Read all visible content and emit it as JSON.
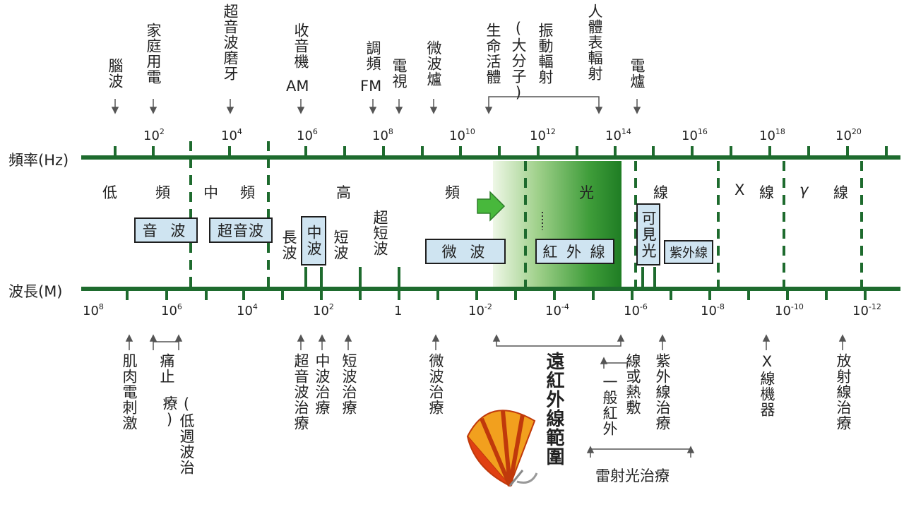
{
  "axis": {
    "freq_label": "頻率(Hz)",
    "wave_label": "波長(M)"
  },
  "freq_ticks": [
    {
      "base": "10",
      "exp": "2"
    },
    {
      "base": "10",
      "exp": "4"
    },
    {
      "base": "10",
      "exp": "6"
    },
    {
      "base": "10",
      "exp": "8"
    },
    {
      "base": "10",
      "exp": "10"
    },
    {
      "base": "10",
      "exp": "12"
    },
    {
      "base": "10",
      "exp": "14"
    },
    {
      "base": "10",
      "exp": "16"
    },
    {
      "base": "10",
      "exp": "18"
    },
    {
      "base": "10",
      "exp": "20"
    }
  ],
  "wave_ticks": [
    {
      "base": "10",
      "exp": "8"
    },
    {
      "base": "10",
      "exp": "6"
    },
    {
      "base": "10",
      "exp": "4"
    },
    {
      "base": "10",
      "exp": "2"
    },
    {
      "base": "1",
      "exp": ""
    },
    {
      "base": "10",
      "exp": "-2"
    },
    {
      "base": "10",
      "exp": "-4"
    },
    {
      "base": "10",
      "exp": "-6"
    },
    {
      "base": "10",
      "exp": "-8"
    },
    {
      "base": "10",
      "exp": "-10"
    },
    {
      "base": "10",
      "exp": "-12"
    }
  ],
  "top_labels": {
    "brain": "腦波",
    "home": "家庭用電",
    "ultrasonic_grind": "超音波磨牙",
    "radio1": "收音機",
    "radio2": "AM",
    "fm1": "調頻",
    "fm2": "FM",
    "tv": "電視",
    "microwave": "微波爐",
    "life": "生命活體",
    "macro": "(大分子)",
    "vibration": "振動輻射",
    "body": "人體表輻射",
    "stove": "電爐"
  },
  "bands": {
    "low": "低",
    "low2": "頻",
    "mid": "中",
    "mid2": "頻",
    "high": "高",
    "high2": "頻",
    "light": "光",
    "light2": "線",
    "xray1": "X",
    "xray2": "線",
    "gamma1": "γ",
    "gamma2": "線"
  },
  "boxes": {
    "sound": "音 波",
    "ultrasound": "超音波",
    "medium_wave": "中波",
    "microwave": "微 波",
    "infrared": "紅 外 線",
    "visible": "可見光",
    "uv": "紫外線"
  },
  "wave_words": {
    "long": "長波",
    "short": "短波",
    "ultrashort": "超短波"
  },
  "bottom_labels": {
    "muscle": "肌肉電刺激",
    "pain": "痛止",
    "lowfreq": "(低週波治療)",
    "us_therapy": "超音波治療",
    "mw_therapy": "中波治療",
    "sw_therapy": "短波治療",
    "micro_therapy": "微波治療",
    "far_ir": "遠紅外線範圍",
    "general_ir": "一般紅外",
    "heat": "線或熱敷",
    "uv_therapy": "紫外線治療",
    "laser": "雷射光治療",
    "xray_machine": "X線機器",
    "radiation": "放射線治療"
  },
  "colors": {
    "axis": "#1e6b2e",
    "box_fill": "#cfe4f1",
    "ir_green": "#2e8b2e"
  }
}
